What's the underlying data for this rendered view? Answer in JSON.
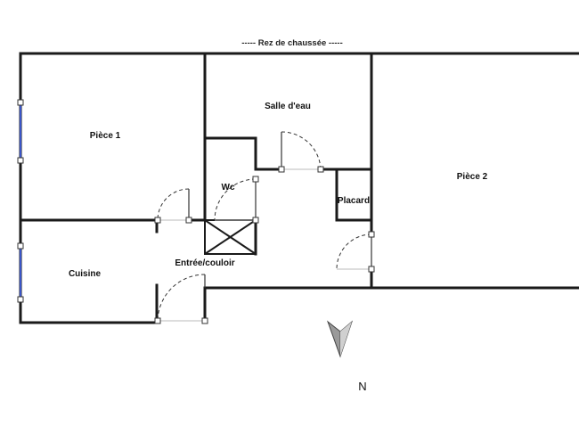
{
  "plan": {
    "title": "-----   Rez de chaussée   -----",
    "rooms": {
      "piece1": "Pièce 1",
      "salle_eau": "Salle d'eau",
      "wc": "Wc",
      "placard": "Placard",
      "piece2": "Pièce 2",
      "cuisine": "Cuisine",
      "entree": "Entrée/couloir"
    },
    "north_label": "N"
  }
}
